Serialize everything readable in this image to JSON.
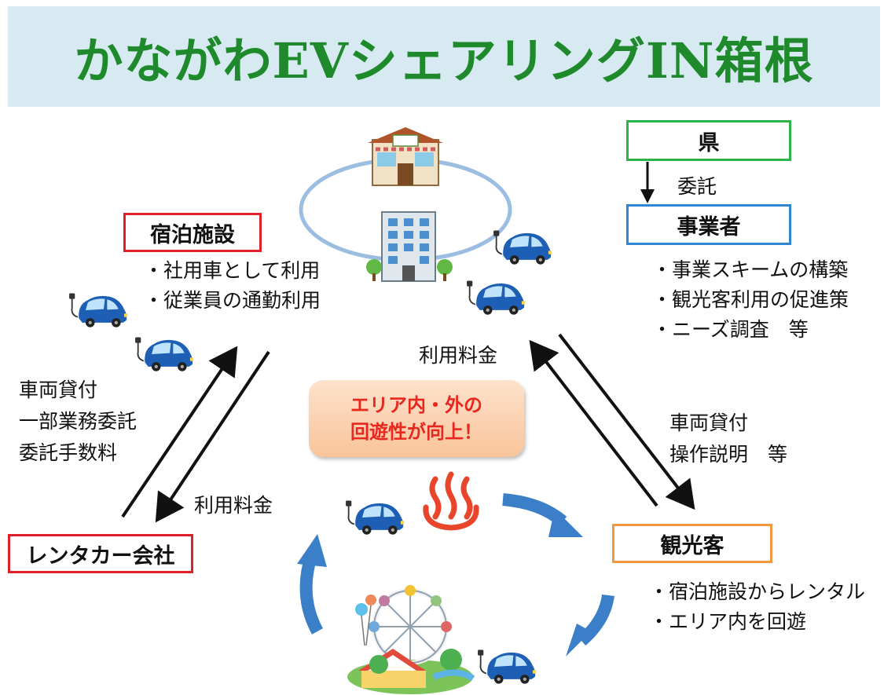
{
  "title": "かながわEVシェアリングIN箱根",
  "boxes": {
    "ken": "県",
    "jigyosha": "事業者",
    "shukuhaku": "宿泊施設",
    "rentacar": "レンタカー会社",
    "kankokyaku": "観光客"
  },
  "labels": {
    "itaku": "委託",
    "riyo_ryokin_top": "利用料金",
    "riyo_ryokin_left": "利用料金"
  },
  "lists": {
    "jigyosha": [
      "・事業スキームの構築",
      "・観光客利用の促進策",
      "・ニーズ調査　等"
    ],
    "shukuhaku": [
      "・社用車として利用",
      "・従業員の通勤利用"
    ],
    "left_flow": [
      "車両貸付",
      "一部業務委託",
      "委託手数料"
    ],
    "right_flow": [
      "車両貸付",
      "操作説明　等"
    ],
    "kankokyaku": [
      "・宿泊施設からレンタル",
      "・エリア内を回遊"
    ]
  },
  "bubble": [
    "エリア内・外の",
    "回遊性が向上！"
  ],
  "colors": {
    "title": "#1f8a2c",
    "title_bg": "#d7e9f1",
    "ken_border": "#2db34a",
    "jigyosha_border": "#2f87d4",
    "red_border": "#e0202a",
    "orange_border": "#f29a3b",
    "cycle_arrow": "#3a7fc7",
    "car_body": "#1d5fb5",
    "onsen": "#e8452b"
  },
  "icons": [
    "cafe-building-icon",
    "office-building-icon",
    "ev-car-icon",
    "hot-spring-icon",
    "amusement-park-icon"
  ]
}
